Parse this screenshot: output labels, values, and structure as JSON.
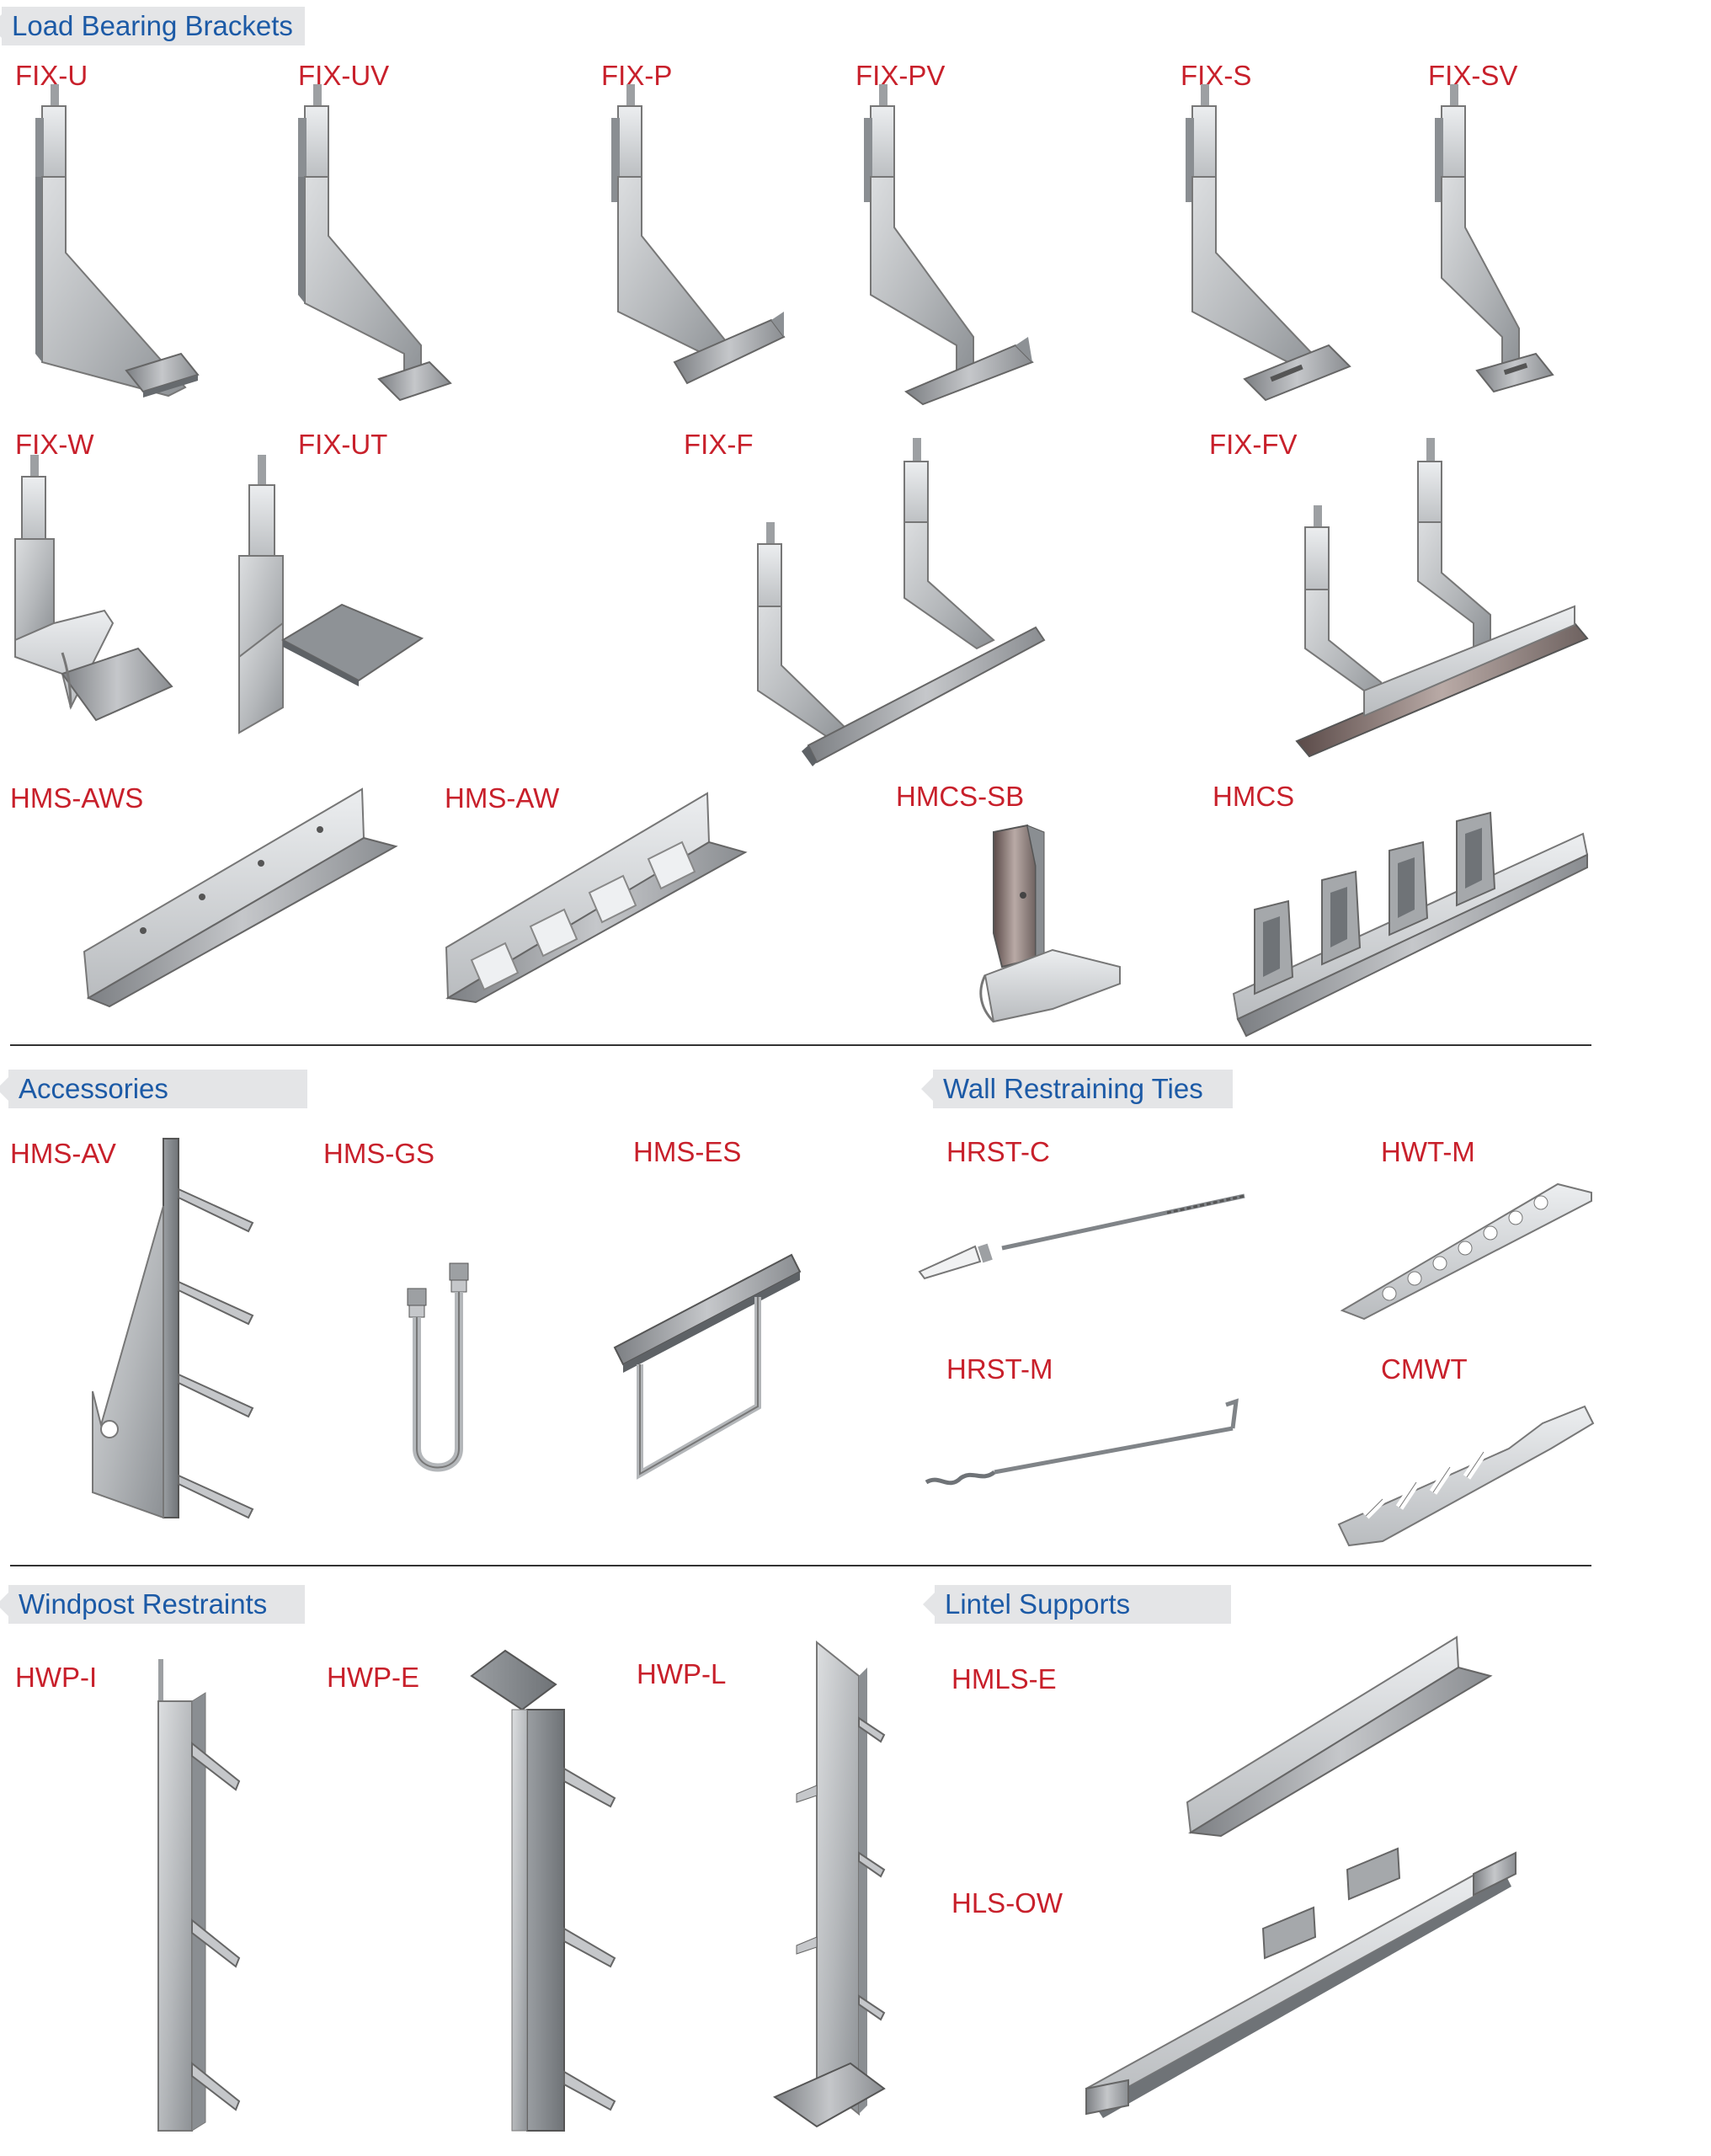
{
  "sections": {
    "load_bearing": {
      "title": "Load Bearing Brackets",
      "products": [
        "FIX-U",
        "FIX-UV",
        "FIX-P",
        "FIX-PV",
        "FIX-S",
        "FIX-SV",
        "FIX-W",
        "FIX-UT",
        "FIX-F",
        "FIX-FV",
        "HMS-AWS",
        "HMS-AW",
        "HMCS-SB",
        "HMCS"
      ]
    },
    "accessories": {
      "title": "Accessories",
      "products": [
        "HMS-AV",
        "HMS-GS",
        "HMS-ES"
      ]
    },
    "wall_ties": {
      "title": "Wall Restraining Ties",
      "products": [
        "HRST-C",
        "HWT-M",
        "HRST-M",
        "CMWT"
      ]
    },
    "windpost": {
      "title": "Windpost Restraints",
      "products": [
        "HWP-I",
        "HWP-E",
        "HWP-L"
      ]
    },
    "lintel": {
      "title": "Lintel Supports",
      "products": [
        "HMLS-E",
        "HLS-OW"
      ]
    }
  },
  "colors": {
    "tab_background": "#e4e5e7",
    "tab_text": "#1c5aa6",
    "product_label": "#c8202b",
    "steel_light": "#d4d6d8",
    "steel_mid": "#a9acaf",
    "steel_dark": "#6f7377"
  }
}
